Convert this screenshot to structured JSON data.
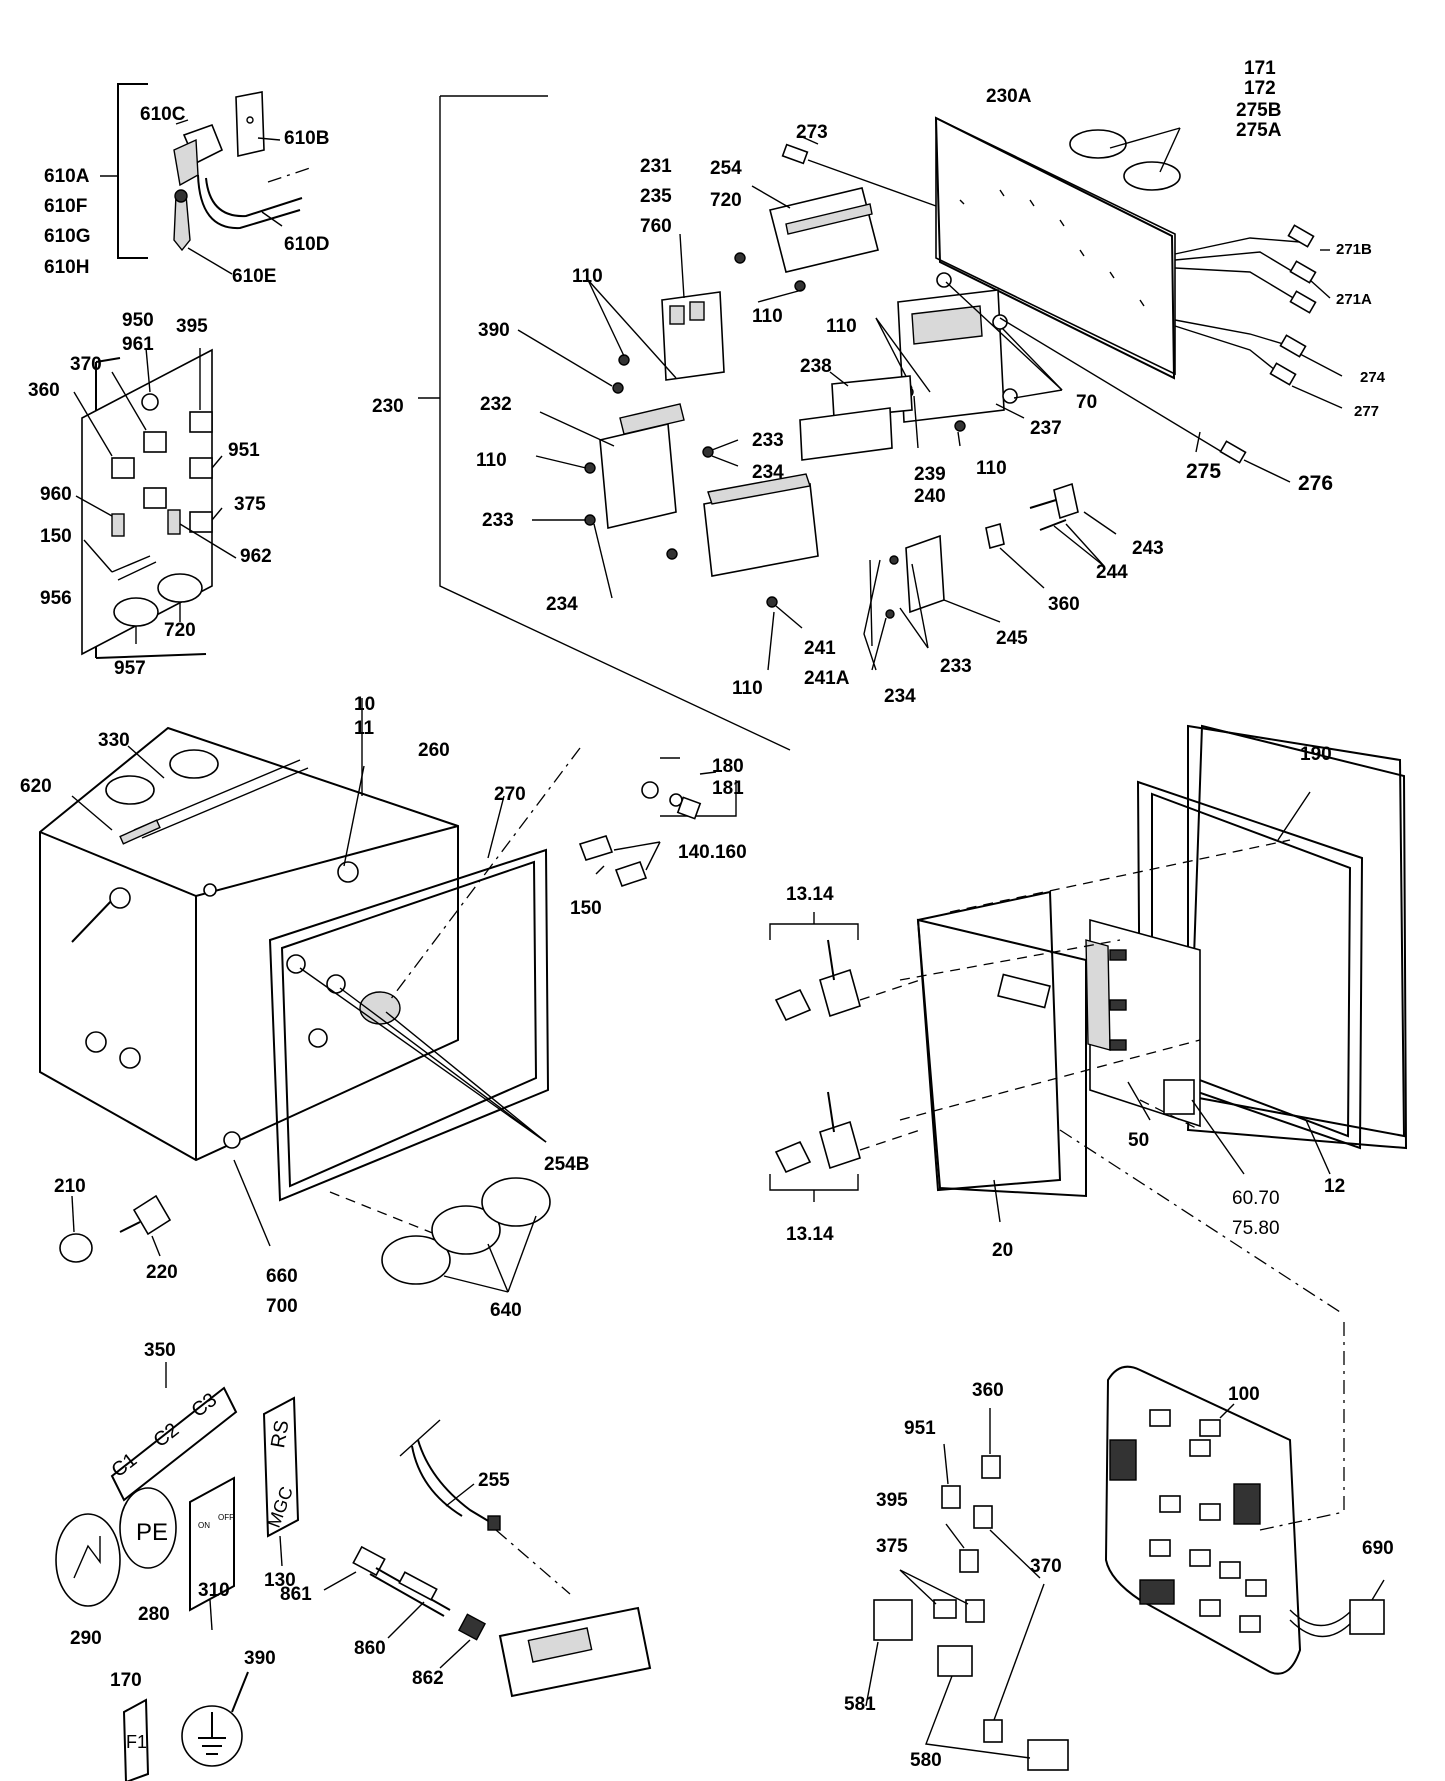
{
  "labels": {
    "l610C": "610C",
    "l610B": "610B",
    "l610A": "610A",
    "l610F": "610F",
    "l610G": "610G",
    "l610H": "610H",
    "l610D": "610D",
    "l610E": "610E",
    "l950": "950",
    "l961": "961",
    "l395a": "395",
    "l370a": "370",
    "l360a": "360",
    "l951a": "951",
    "l960": "960",
    "l375a": "375",
    "l150a": "150",
    "l962": "962",
    "l956": "956",
    "l720a": "720",
    "l957": "957",
    "l230A": "230A",
    "l171": "171",
    "l172": "172",
    "l275B": "275B",
    "l275A": "275A",
    "l273": "273",
    "l231": "231",
    "l235": "235",
    "l254": "254",
    "l720b": "720",
    "l760": "760",
    "l110a": "110",
    "l110b": "110",
    "l110c": "110",
    "l110d": "110",
    "l110e": "110",
    "l110f": "110",
    "l390a": "390",
    "l230": "230",
    "l232": "232",
    "l233a": "233",
    "l233b": "233",
    "l233c": "233",
    "l234a": "234",
    "l234b": "234",
    "l234c": "234",
    "l238": "238",
    "l239": "239",
    "l240": "240",
    "l237": "237",
    "l70": "70",
    "l271B": "271B",
    "l271A": "271A",
    "l274": "274",
    "l277": "277",
    "l275": "275",
    "l276": "276",
    "l243": "243",
    "l244": "244",
    "l360b": "360",
    "l245": "245",
    "l241": "241",
    "l241A": "241A",
    "l10": "10",
    "l11": "11",
    "l330": "330",
    "l260": "260",
    "l620": "620",
    "l270": "270",
    "l180": "180",
    "l181": "181",
    "l140160": "140.160",
    "l150b": "150",
    "l254B": "254B",
    "l210": "210",
    "l220": "220",
    "l660": "660",
    "l700": "700",
    "l640": "640",
    "l1314a": "13.14",
    "l1314b": "13.14",
    "l190": "190",
    "l50": "50",
    "l12": "12",
    "l6070": "60.70",
    "l7580": "75.80",
    "l20": "20",
    "l350": "350",
    "l290": "290",
    "l280": "280",
    "l310": "310",
    "l130": "130",
    "l170": "170",
    "l390b": "390",
    "l255": "255",
    "l861": "861",
    "l860": "860",
    "l862": "862",
    "l360c": "360",
    "l100": "100",
    "l951b": "951",
    "l395b": "395",
    "l375b": "375",
    "l370b": "370",
    "l690": "690",
    "l581": "581",
    "l580": "580"
  },
  "decals": {
    "c1": "C1",
    "c2": "C2",
    "c3": "C3",
    "pe": "PE",
    "rs": "RS",
    "mgc": "MGC",
    "f1": "F1",
    "on": "ON",
    "off": "OFF"
  }
}
